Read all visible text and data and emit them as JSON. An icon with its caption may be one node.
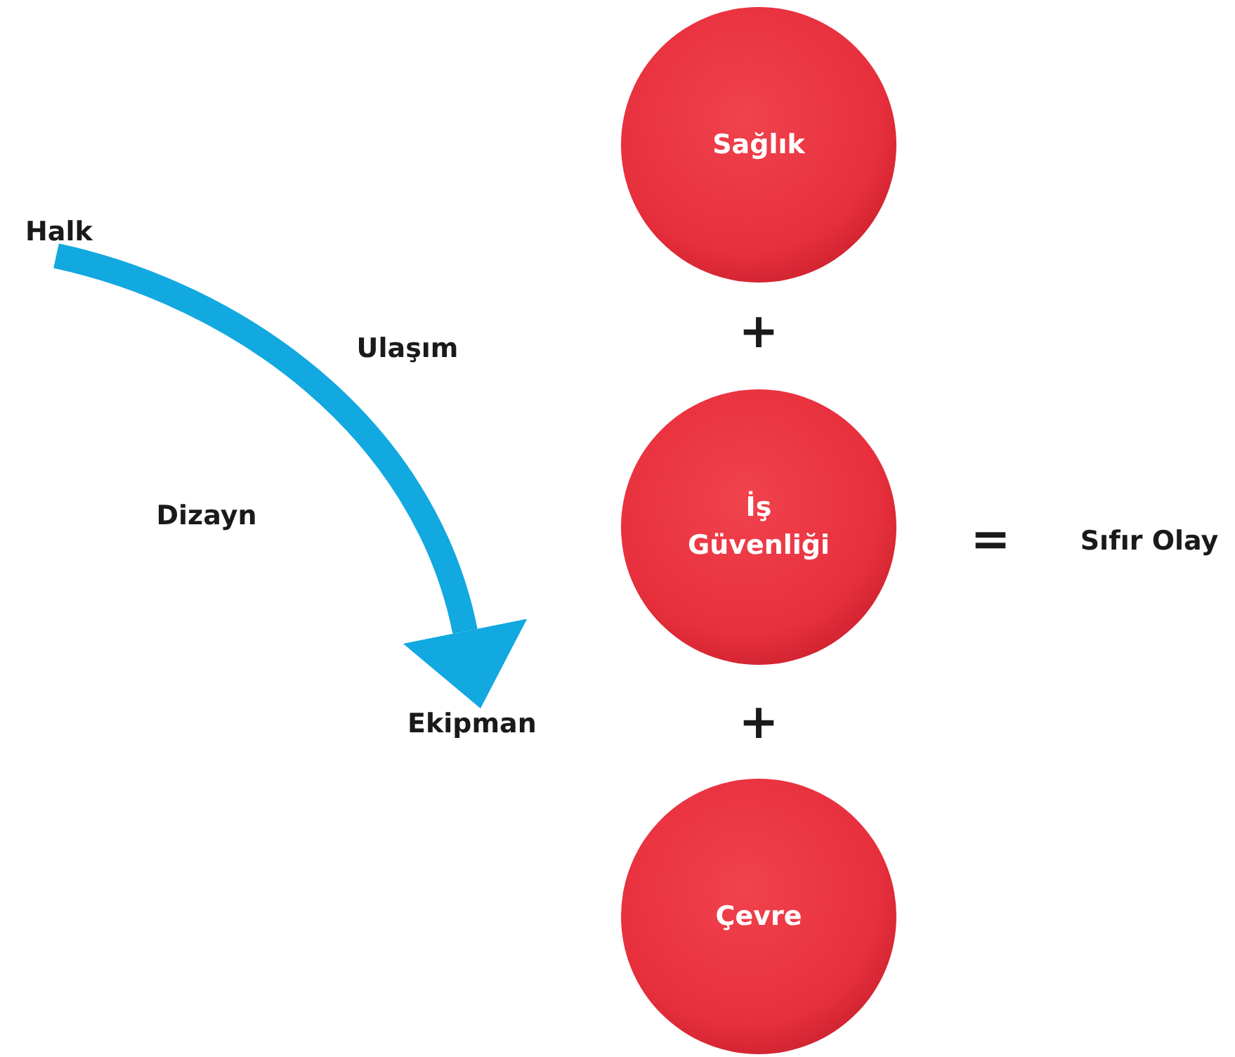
{
  "diagram": {
    "nodes": [
      {
        "text": [
          "Sağlık"
        ]
      },
      {
        "text": [
          "Halk"
        ]
      },
      {
        "text": [
          "İş Güvenliği"
        ]
      },
      {
        "text": [
          "Ekipman"
        ]
      },
      {
        "text": [
          "Çevre"
        ]
      }
    ],
    "edges": [
      {
        "from": 1,
        "to": 3,
        "arrow": "to"
      }
    ],
    "labels": [
      "+",
      "Ulaşım",
      "Dizayn",
      "=",
      "Sıfır Olay",
      "+"
    ]
  }
}
